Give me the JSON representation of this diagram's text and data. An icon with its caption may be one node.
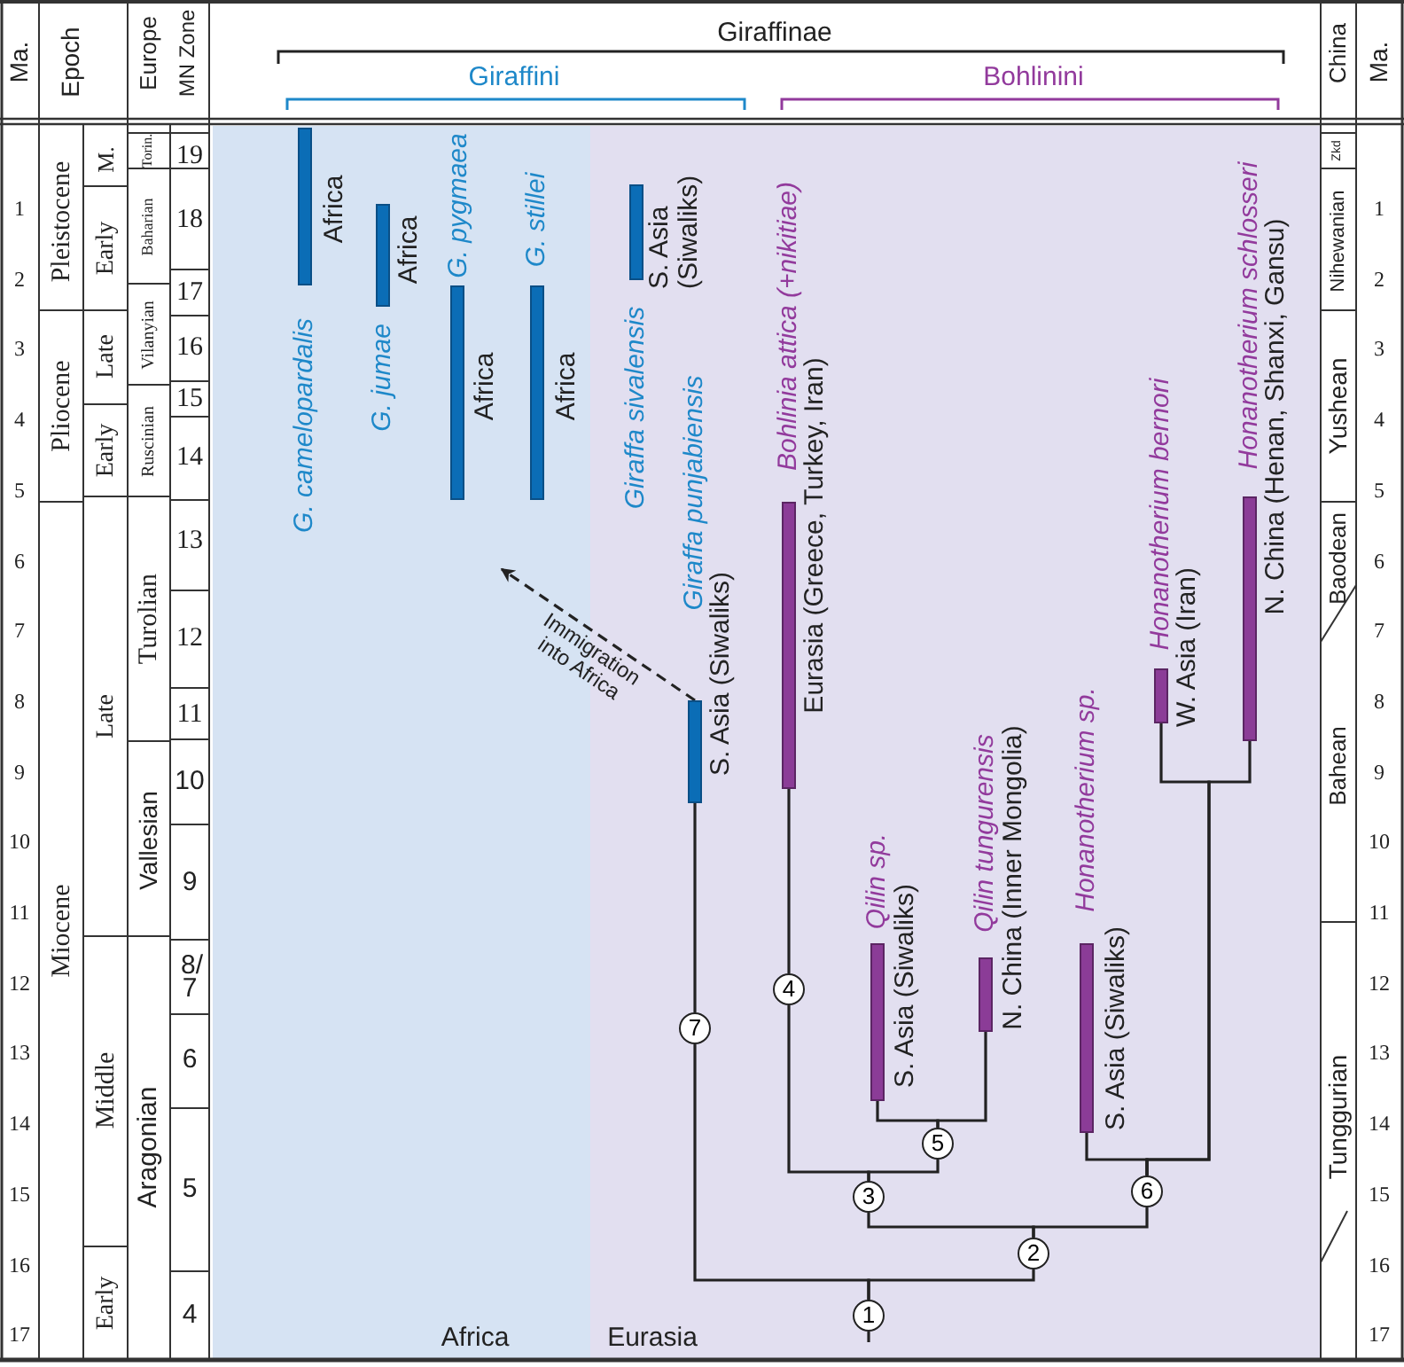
{
  "diagram": {
    "nodes": [
      {
        "text": [
          "G. camelopardalis",
          "Africa"
        ]
      },
      {
        "text": [
          "G. jumae",
          "Africa"
        ]
      },
      {
        "text": [
          "G. pygmaea",
          "Africa"
        ]
      },
      {
        "text": [
          "G. stillei",
          "Africa"
        ]
      },
      {
        "text": [
          "Giraffa sivalensis",
          "S. Asia (Siwaliks)"
        ]
      },
      {
        "text": [
          "Giraffa punjabiensis",
          "S. Asia (Siwaliks)"
        ]
      },
      {
        "text": [
          "Bohlinia attica (+nikitiae)",
          "Eurasia (Greece, Turkey, Iran)"
        ]
      },
      {
        "text": [
          "Qilin sp.",
          "S. Asia (Siwaliks)"
        ]
      },
      {
        "text": [
          "Qilin tungurensis",
          "N. China (Inner Mongolia)"
        ]
      },
      {
        "text": [
          "Honanotherium sp.",
          "S. Asia (Siwaliks)"
        ]
      },
      {
        "text": [
          "Honanotherium bernori",
          "W. Asia (Iran)"
        ]
      },
      {
        "text": [
          "Honanotherium schlosseri",
          "N. China (Henan, Shanxi, Gansu)"
        ]
      },
      {
        "text": [
          "4"
        ]
      },
      {
        "text": [
          "7"
        ]
      },
      {
        "text": [
          "5"
        ]
      },
      {
        "text": [
          "6"
        ]
      },
      {
        "text": [
          "3"
        ]
      },
      {
        "text": [
          "2"
        ]
      },
      {
        "text": [
          "1"
        ]
      }
    ],
    "edges": [
      {
        "from": 18,
        "to": 13,
        "arrow": "none"
      },
      {
        "from": 13,
        "to": 5,
        "arrow": "none"
      },
      {
        "from": 18,
        "to": 17,
        "arrow": "none"
      },
      {
        "from": 17,
        "to": 16,
        "arrow": "none"
      },
      {
        "from": 17,
        "to": 15,
        "arrow": "none"
      },
      {
        "from": 16,
        "to": 12,
        "arrow": "none"
      },
      {
        "from": 12,
        "to": 6,
        "arrow": "none"
      },
      {
        "from": 16,
        "to": 14,
        "arrow": "none"
      },
      {
        "from": 14,
        "to": 7,
        "arrow": "none"
      },
      {
        "from": 14,
        "to": 8,
        "arrow": "none"
      },
      {
        "from": 15,
        "to": 9,
        "arrow": "none"
      },
      {
        "from": 15,
        "to": 10,
        "arrow": "none"
      },
      {
        "from": 15,
        "to": 11,
        "arrow": "none"
      },
      {
        "from": 5,
        "to": null,
        "arrow": "to",
        "style": "dashed",
        "label": "Immigration into Africa"
      },
      {
        "from": null,
        "to": 18,
        "arrow": "none"
      }
    ],
    "labels": [
      "Ma.",
      "Epoch",
      "Europe",
      "MN Zone",
      "Giraffinae",
      "Giraffini",
      "Bohlinini",
      "China",
      "Ma.",
      "1",
      "2",
      "3",
      "4",
      "5",
      "6",
      "7",
      "8",
      "9",
      "10",
      "11",
      "12",
      "13",
      "14",
      "15",
      "16",
      "17",
      "Pleistocene",
      "Pliocene",
      "Miocene",
      "M.",
      "Early",
      "Late",
      "Early",
      "Late",
      "Middle",
      "Early",
      "Torin.",
      "Baharian",
      "Vilanyian",
      "Ruscinian",
      "Turolian",
      "Vallesian",
      "Aragonian",
      "19",
      "18",
      "17",
      "16",
      "15",
      "14",
      "13",
      "12",
      "11",
      "10",
      "9",
      "8/7",
      "6",
      "5",
      "4",
      "Zkd",
      "Nihewanian",
      "Yushean",
      "Baodean",
      "Bahean",
      "Tunggurian",
      "1",
      "2",
      "3",
      "4",
      "5",
      "6",
      "7",
      "8",
      "9",
      "10",
      "11",
      "12",
      "13",
      "14",
      "15",
      "16",
      "17",
      "Africa",
      "Eurasia"
    ]
  }
}
